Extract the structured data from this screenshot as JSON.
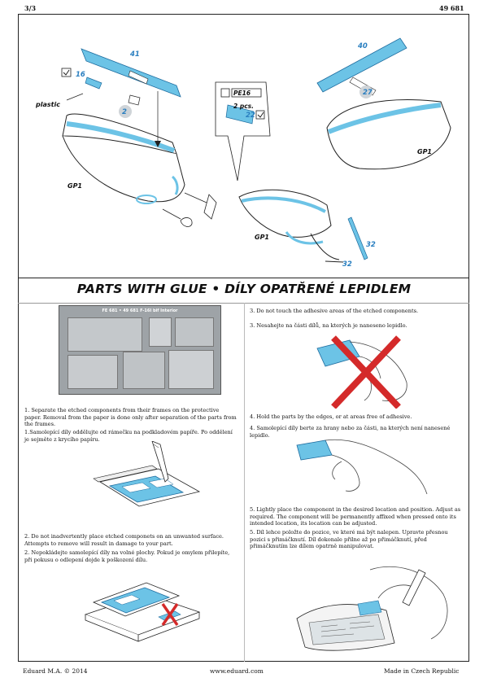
{
  "header": {
    "page": "3/3",
    "code": "49 681"
  },
  "top": {
    "left": {
      "part_41": "41",
      "part_16": "16",
      "part_2": "2",
      "plastic": "plastic",
      "gp1": "GP1"
    },
    "middle": {
      "pe_label": "PE16",
      "pcs": "2 pcs.",
      "part_22": "22"
    },
    "right": {
      "part_40": "40",
      "part_27": "27",
      "gp1_a": "GP1",
      "gp1_b": "GP1",
      "part_32_a": "32",
      "part_32_b": "32"
    }
  },
  "section": {
    "title": "PARTS WITH GLUE  •  DÍLY OPATŘENÉ LEPIDLEM",
    "fret_label": "FE 681  •  49 681   F-16I bif  Interior"
  },
  "steps": {
    "s1_en": "1. Separate the etched components from their frames on the protective paper. Removal from the paper is done only after separation of the parts from the frames.",
    "s1_cz": "1.Samolepící díly oddělujte od rámečku na podkladovém papíře. Po oddělení je sejměte z krycího papíru.",
    "s2_en": "2. Do not inadvertently place etched componets on an unwanted surface. Attempts  to remove will result in damage to your part.",
    "s2_cz": "2. Nepokládejte samolepící díly na volné plochy. Pokud je omylem přilepíte, při pokusu o odlepení dojde k poškození dílu.",
    "s3_en": "3. Do not touch the adhesive areas of the etched components.",
    "s3_cz": "3. Nesahejte na části dílů, na kterých je naneseno lepidlo.",
    "s4_en": "4. Hold the parts by the edges, or at areas free of adhesive.",
    "s4_cz": "4. Samolepící díly berte za hrany nebo za části, na kterých není nanesené lepidlo.",
    "s5_en": "5. Lightly place the component in the desired location and position. Adjust as required. The component will be permanently affixed when pressed onto its intended location, its location can be adjusted.",
    "s5_cz": "5. Díl lehce položte do pozice, ve které má být nalepen. Upravte přesnou pozici s přimáčknutí. Díl dokonale přilne až po přimáčknutí, před přimáčknutím lze dílem opatrně manipulovat."
  },
  "footer": {
    "left": "Eduard M.A. © 2014",
    "center": "www.eduard.com",
    "right": "Made in Czech Republic"
  },
  "colors": {
    "accent_blue": "#6cc3e6",
    "part_blue": "#2a7fc0",
    "cross_red": "#d42a2a"
  }
}
